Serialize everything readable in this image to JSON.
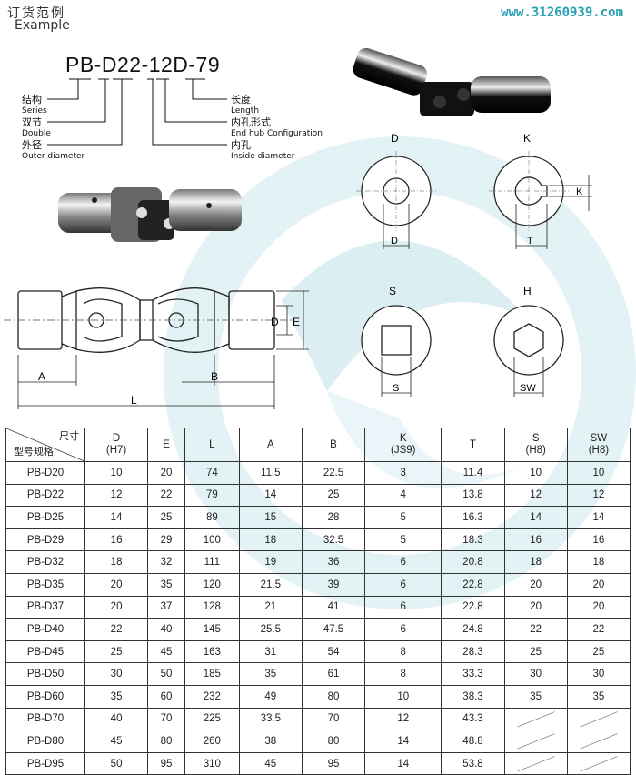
{
  "header": {
    "title_cn": "订货范例",
    "title_en": "Example",
    "website": "www.31260939.com"
  },
  "order_example": {
    "code": "PB-D22-12D-79",
    "labels": [
      {
        "cn": "结构",
        "en": "Series"
      },
      {
        "cn": "双节",
        "en": "Double"
      },
      {
        "cn": "外径",
        "en": "Outer diameter"
      },
      {
        "cn": "长度",
        "en": "Length"
      },
      {
        "cn": "内孔形式",
        "en": "End hub Configuration"
      },
      {
        "cn": "内孔",
        "en": "Inside diameter"
      }
    ]
  },
  "drawing": {
    "dim_A": "A",
    "dim_B": "B",
    "dim_L": "L",
    "dim_D": "D",
    "dim_E": "E"
  },
  "bores": {
    "D": {
      "title": "D",
      "dim": "D"
    },
    "K": {
      "title": "K",
      "dim_side": "K",
      "dim_bottom": "T"
    },
    "S": {
      "title": "S",
      "dim": "S"
    },
    "H": {
      "title": "H",
      "dim": "SW"
    }
  },
  "table": {
    "corner_top": "尺寸",
    "corner_bottom": "型号规格",
    "columns": [
      {
        "l1": "D",
        "l2": "(H7)"
      },
      {
        "l1": "E",
        "l2": ""
      },
      {
        "l1": "L",
        "l2": ""
      },
      {
        "l1": "A",
        "l2": ""
      },
      {
        "l1": "B",
        "l2": ""
      },
      {
        "l1": "K",
        "l2": "(JS9)"
      },
      {
        "l1": "T",
        "l2": ""
      },
      {
        "l1": "S",
        "l2": "(H8)"
      },
      {
        "l1": "SW",
        "l2": "(H8)"
      }
    ],
    "rows": [
      [
        "PB-D20",
        "10",
        "20",
        "74",
        "11.5",
        "22.5",
        "3",
        "11.4",
        "10",
        "10"
      ],
      [
        "PB-D22",
        "12",
        "22",
        "79",
        "14",
        "25",
        "4",
        "13.8",
        "12",
        "12"
      ],
      [
        "PB-D25",
        "14",
        "25",
        "89",
        "15",
        "28",
        "5",
        "16.3",
        "14",
        "14"
      ],
      [
        "PB-D29",
        "16",
        "29",
        "100",
        "18",
        "32.5",
        "5",
        "18.3",
        "16",
        "16"
      ],
      [
        "PB-D32",
        "18",
        "32",
        "111",
        "19",
        "36",
        "6",
        "20.8",
        "18",
        "18"
      ],
      [
        "PB-D35",
        "20",
        "35",
        "120",
        "21.5",
        "39",
        "6",
        "22.8",
        "20",
        "20"
      ],
      [
        "PB-D37",
        "20",
        "37",
        "128",
        "21",
        "41",
        "6",
        "22.8",
        "20",
        "20"
      ],
      [
        "PB-D40",
        "22",
        "40",
        "145",
        "25.5",
        "47.5",
        "6",
        "24.8",
        "22",
        "22"
      ],
      [
        "PB-D45",
        "25",
        "45",
        "163",
        "31",
        "54",
        "8",
        "28.3",
        "25",
        "25"
      ],
      [
        "PB-D50",
        "30",
        "50",
        "185",
        "35",
        "61",
        "8",
        "33.3",
        "30",
        "30"
      ],
      [
        "PB-D60",
        "35",
        "60",
        "232",
        "49",
        "80",
        "10",
        "38.3",
        "35",
        "35"
      ],
      [
        "PB-D70",
        "40",
        "70",
        "225",
        "33.5",
        "70",
        "12",
        "43.3",
        "",
        ""
      ],
      [
        "PB-D80",
        "45",
        "80",
        "260",
        "38",
        "80",
        "14",
        "48.8",
        "",
        ""
      ],
      [
        "PB-D95",
        "50",
        "95",
        "310",
        "45",
        "95",
        "14",
        "53.8",
        "",
        ""
      ]
    ]
  }
}
